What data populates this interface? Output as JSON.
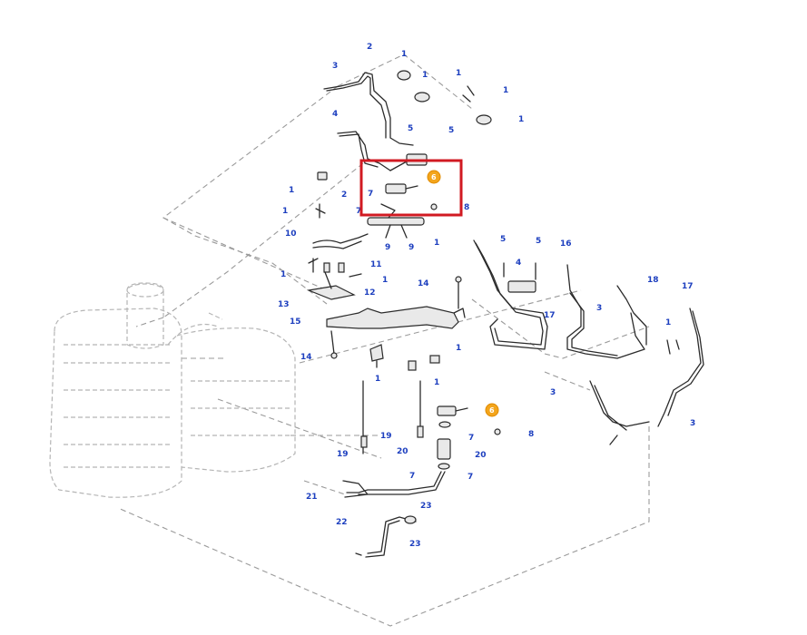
{
  "diagram": {
    "highlight_color": "#d11a22",
    "marker_color": "#f3a51c",
    "callout_color": "#1d3fbf",
    "highlighted_callout": "6",
    "callouts": [
      "1",
      "2",
      "3",
      "4",
      "5",
      "6",
      "7",
      "8",
      "9",
      "10",
      "11",
      "12",
      "13",
      "14",
      "15",
      "16",
      "17",
      "18",
      "19",
      "20",
      "21",
      "22",
      "23"
    ]
  }
}
